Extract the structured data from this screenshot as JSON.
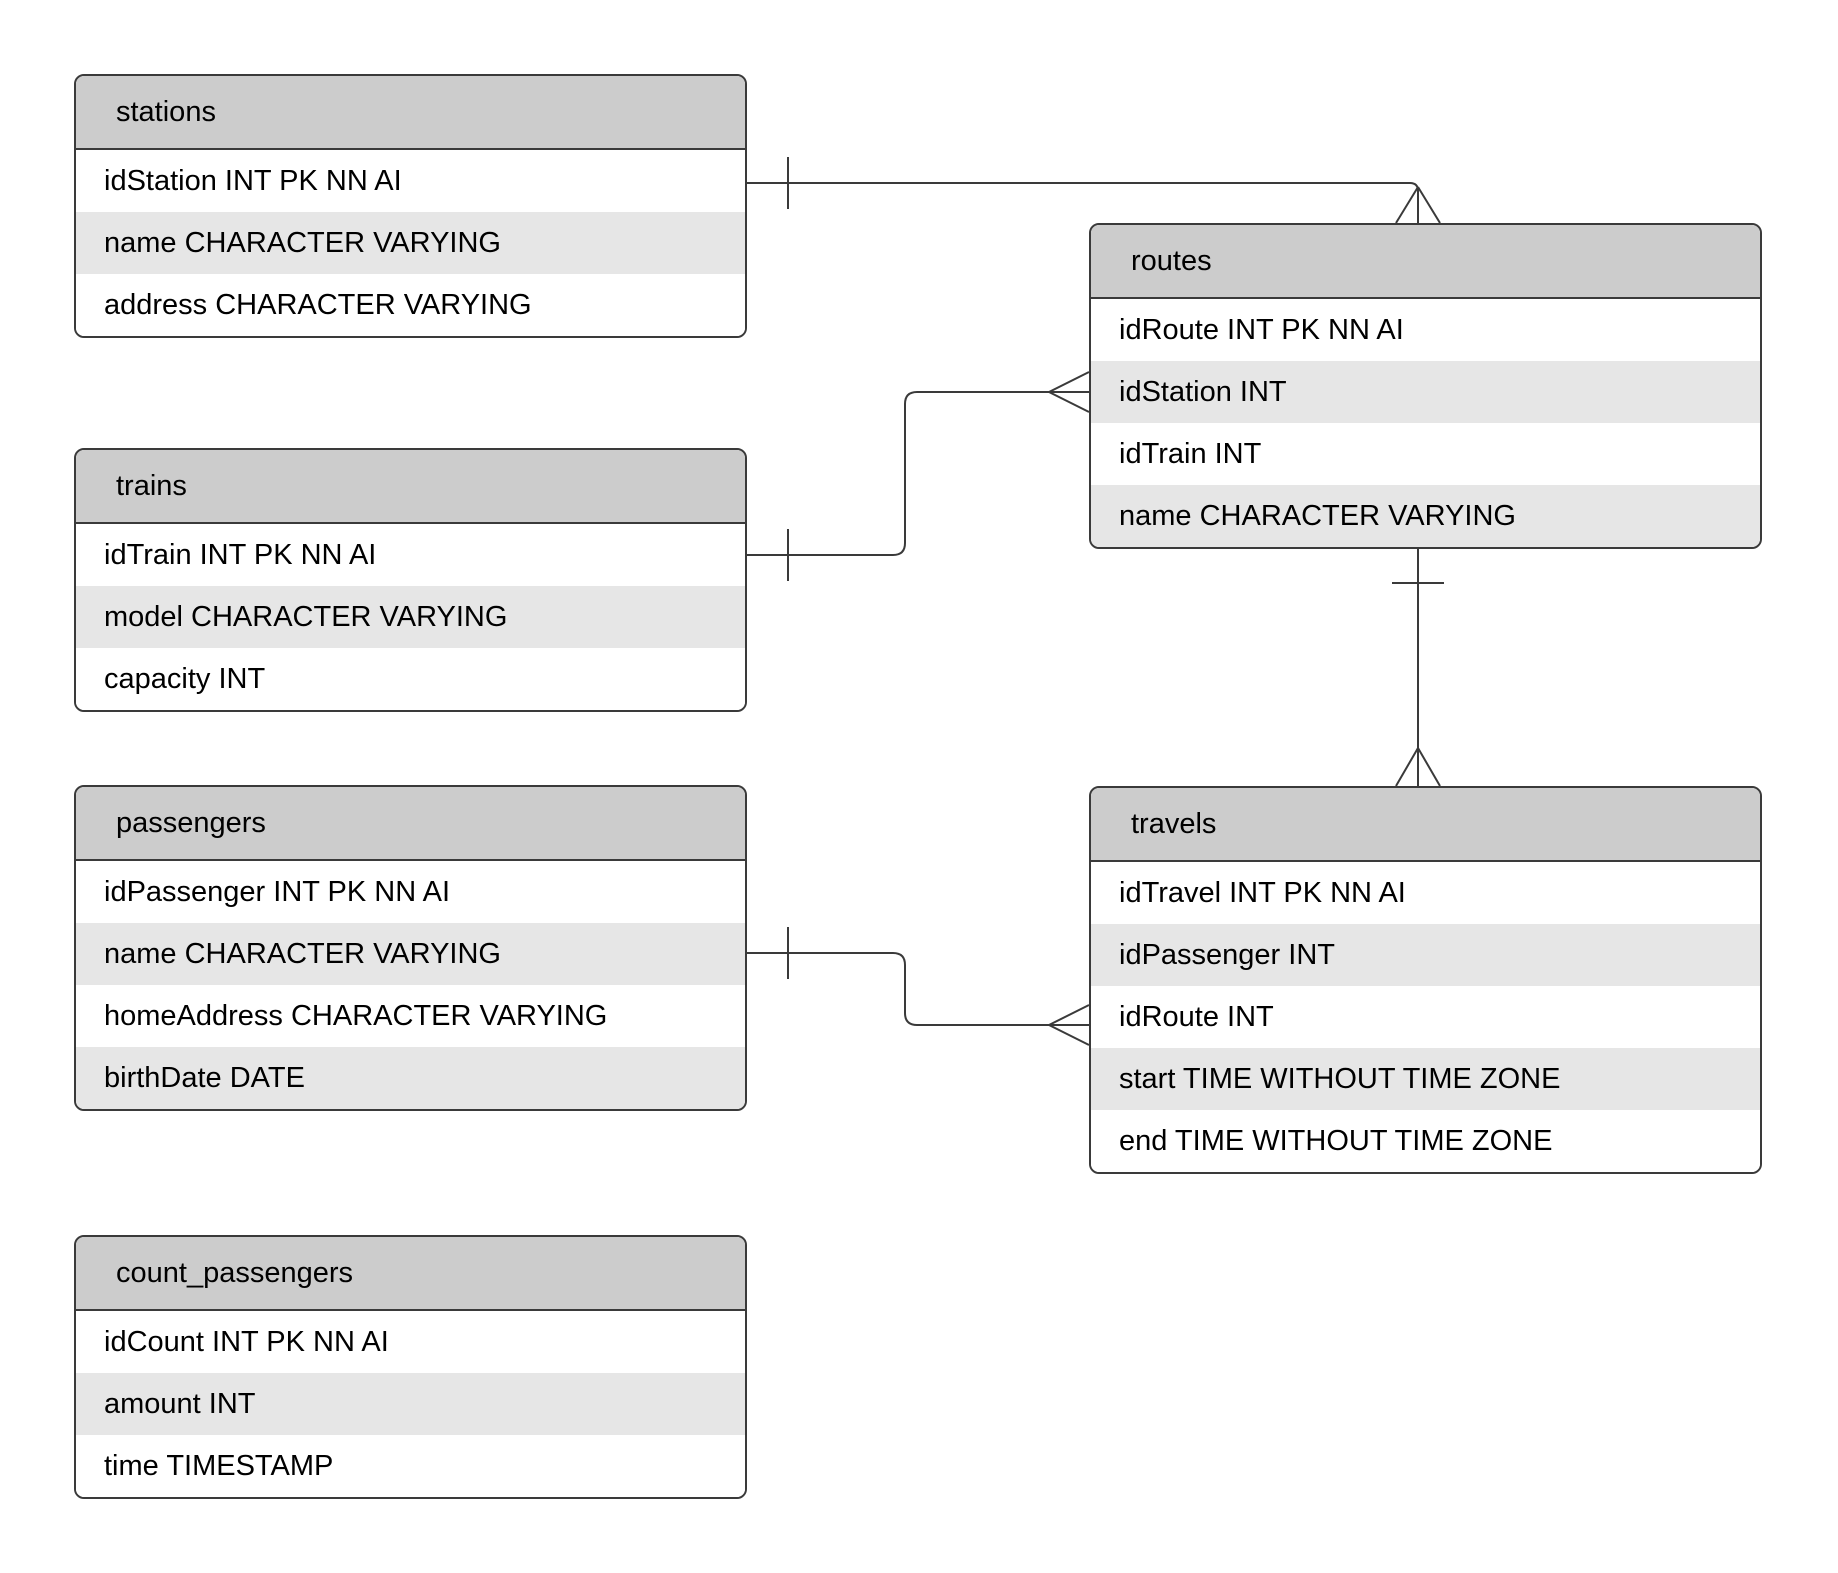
{
  "colors": {
    "canvas_bg": "#ffffff",
    "header_fill": "#cccccc",
    "row_fill": "#ffffff",
    "row_alt_fill": "#e6e6e6",
    "stroke": "#3a3a3a"
  },
  "tables": {
    "stations": {
      "title": "stations",
      "rows": [
        "idStation INT PK NN AI",
        "name CHARACTER VARYING",
        "address CHARACTER VARYING"
      ]
    },
    "trains": {
      "title": "trains",
      "rows": [
        "idTrain INT PK NN AI",
        "model CHARACTER VARYING",
        "capacity INT"
      ]
    },
    "passengers": {
      "title": "passengers",
      "rows": [
        "idPassenger INT PK NN AI",
        "name CHARACTER VARYING",
        "homeAddress CHARACTER VARYING",
        "birthDate DATE"
      ]
    },
    "count_passengers": {
      "title": "count_passengers",
      "rows": [
        "idCount INT PK NN AI",
        "amount INT",
        "time TIMESTAMP"
      ]
    },
    "routes": {
      "title": "routes",
      "rows": [
        "idRoute INT PK NN AI",
        "idStation INT",
        "idTrain INT",
        "name CHARACTER VARYING"
      ]
    },
    "travels": {
      "title": "travels",
      "rows": [
        "idTravel INT PK NN AI",
        "idPassenger INT",
        "idRoute INT",
        "start TIME WITHOUT TIME ZONE",
        "end TIME WITHOUT TIME ZONE"
      ]
    }
  },
  "relationships": [
    {
      "from": "stations",
      "from_cardinality": "one",
      "to": "routes",
      "to_cardinality": "many",
      "notation": "crows-foot"
    },
    {
      "from": "trains",
      "from_cardinality": "one",
      "to": "routes",
      "to_cardinality": "many",
      "notation": "crows-foot"
    },
    {
      "from": "routes",
      "from_cardinality": "one",
      "to": "travels",
      "to_cardinality": "many",
      "notation": "crows-foot"
    },
    {
      "from": "passengers",
      "from_cardinality": "one",
      "to": "travels",
      "to_cardinality": "many",
      "notation": "crows-foot"
    }
  ]
}
